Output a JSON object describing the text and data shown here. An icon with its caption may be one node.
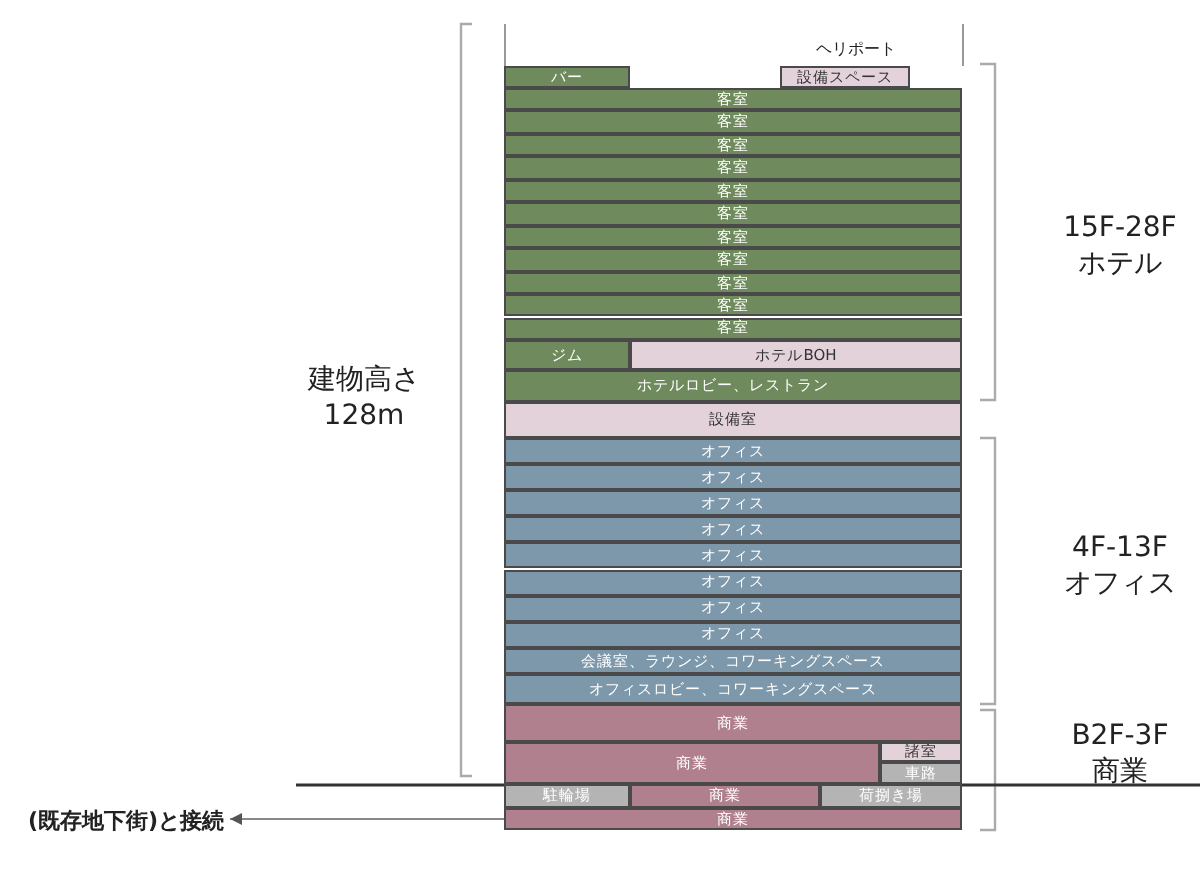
{
  "diagram": {
    "nodes": [
      {
        "text": [
          "バー"
        ]
      },
      {
        "text": [
          "設備スペース"
        ]
      },
      {
        "text": [
          "客室"
        ]
      },
      {
        "text": [
          "客室"
        ]
      },
      {
        "text": [
          "客室"
        ]
      },
      {
        "text": [
          "客室"
        ]
      },
      {
        "text": [
          "客室"
        ]
      },
      {
        "text": [
          "客室"
        ]
      },
      {
        "text": [
          "客室"
        ]
      },
      {
        "text": [
          "客室"
        ]
      },
      {
        "text": [
          "客室"
        ]
      },
      {
        "text": [
          "客室"
        ]
      },
      {
        "text": [
          "客室"
        ]
      },
      {
        "text": [
          "ジム"
        ]
      },
      {
        "text": [
          "ホテルBOH"
        ]
      },
      {
        "text": [
          "ホテルロビー、レストラン"
        ]
      },
      {
        "text": [
          "設備室"
        ]
      },
      {
        "text": [
          "オフィス"
        ]
      },
      {
        "text": [
          "オフィス"
        ]
      },
      {
        "text": [
          "オフィス"
        ]
      },
      {
        "text": [
          "オフィス"
        ]
      },
      {
        "text": [
          "オフィス"
        ]
      },
      {
        "text": [
          "オフィス"
        ]
      },
      {
        "text": [
          "オフィス"
        ]
      },
      {
        "text": [
          "オフィス"
        ]
      },
      {
        "text": [
          "会議室、ラウンジ、コワーキングスペース"
        ]
      },
      {
        "text": [
          "オフィスロビー、コワーキングスペース"
        ]
      },
      {
        "text": [
          "商業"
        ]
      },
      {
        "text": [
          "商業"
        ]
      },
      {
        "text": [
          "諸室"
        ]
      },
      {
        "text": [
          "車路"
        ]
      },
      {
        "text": [
          "駐輪場"
        ]
      },
      {
        "text": [
          "商業"
        ]
      },
      {
        "text": [
          "荷捌き場"
        ]
      },
      {
        "text": [
          "商業"
        ]
      },
      {
        "text": [
          "(既存地下街)と接続"
        ]
      }
    ],
    "edges": [
      {
        "from": 34,
        "to": 35,
        "arrow": "to"
      }
    ],
    "labels": [
      "ヘリポート",
      "15F-28F ホテル",
      "建物高さ 128m",
      "4F-13F オフィス",
      "B2F-3F 商業"
    ]
  }
}
